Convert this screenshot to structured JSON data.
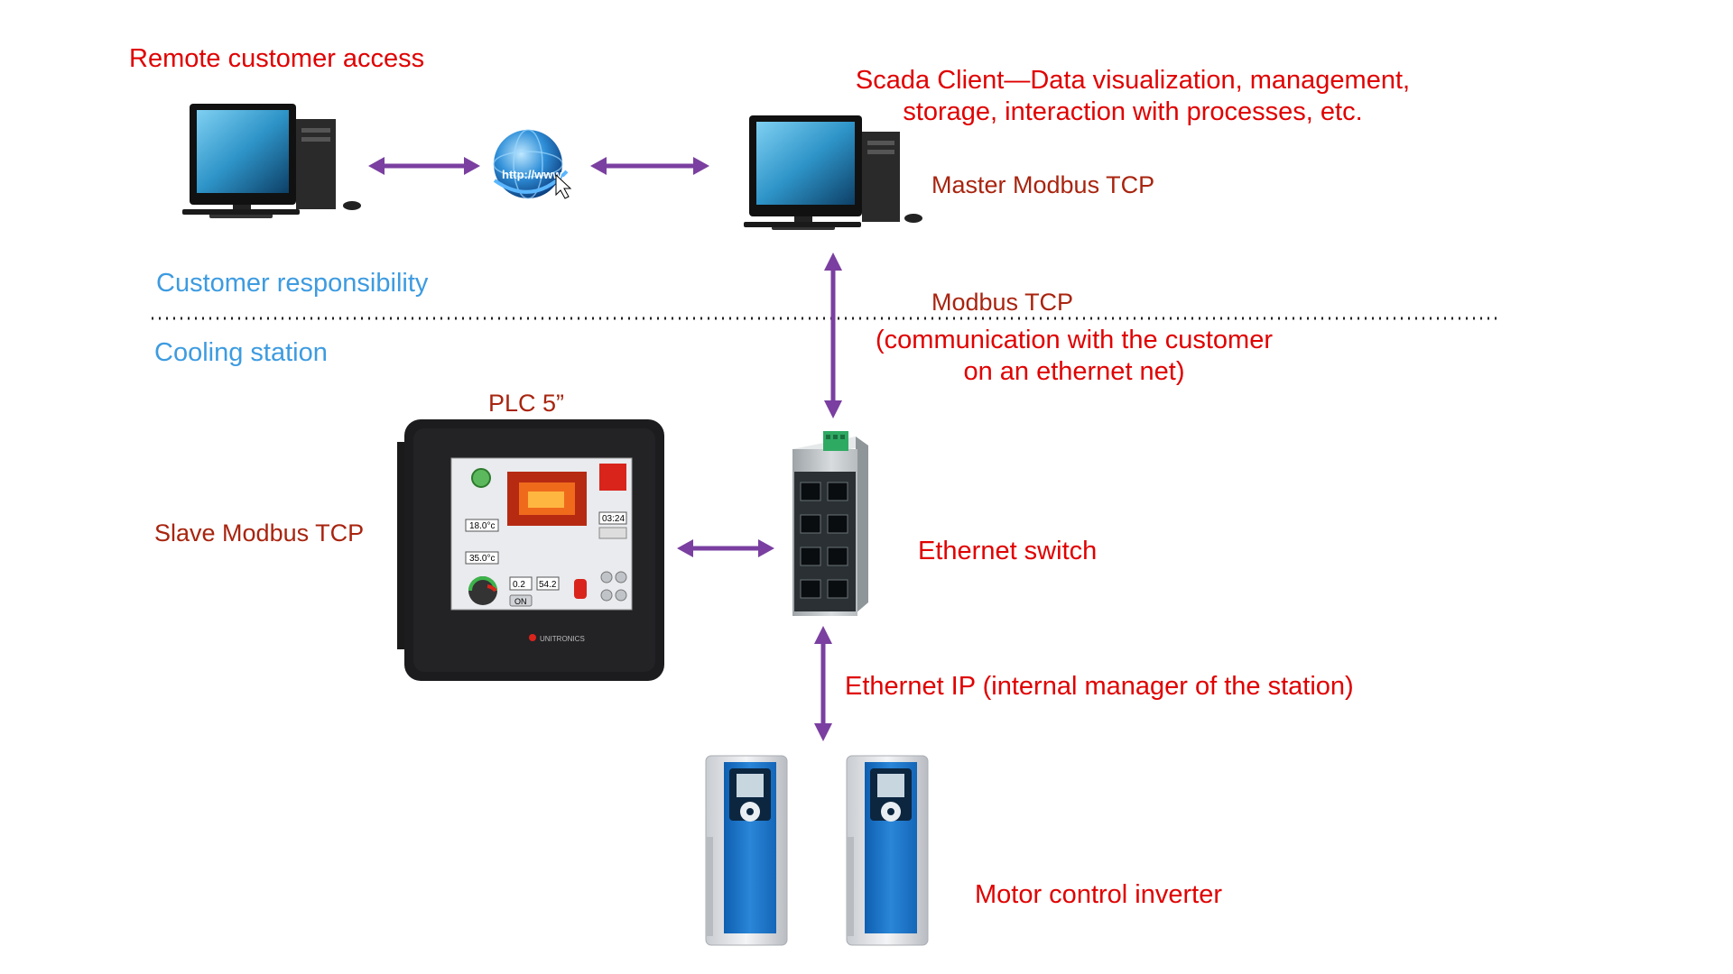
{
  "labels": {
    "remote_access": "Remote customer access",
    "scada_line1": "Scada Client—Data visualization, management,",
    "scada_line2": "storage, interaction with processes, etc.",
    "master": "Master Modbus TCP",
    "customer_resp": "Customer responsibility",
    "modbus_tcp": "Modbus TCP",
    "comm_line1": "(communication with the customer",
    "comm_line2": "on an ethernet net)",
    "cooling": "Cooling station",
    "plc": "PLC 5”",
    "slave": "Slave Modbus TCP",
    "switch": "Ethernet switch",
    "ethernet_ip": "Ethernet IP (internal manager of the station)",
    "inverter": "Motor control inverter",
    "url_text": "http://www."
  },
  "plc_screen": {
    "temp1": "18.0°c",
    "temp2": "35.0°c",
    "time": "03:24",
    "val1": "0.2",
    "val2": "54.2",
    "btn": "ON",
    "brand": "UNITRONICS"
  },
  "colors": {
    "arrow": "#7a3fa0",
    "label_red": "#e00000",
    "label_dark": "#a8240f",
    "label_blue": "#3d9be0"
  }
}
